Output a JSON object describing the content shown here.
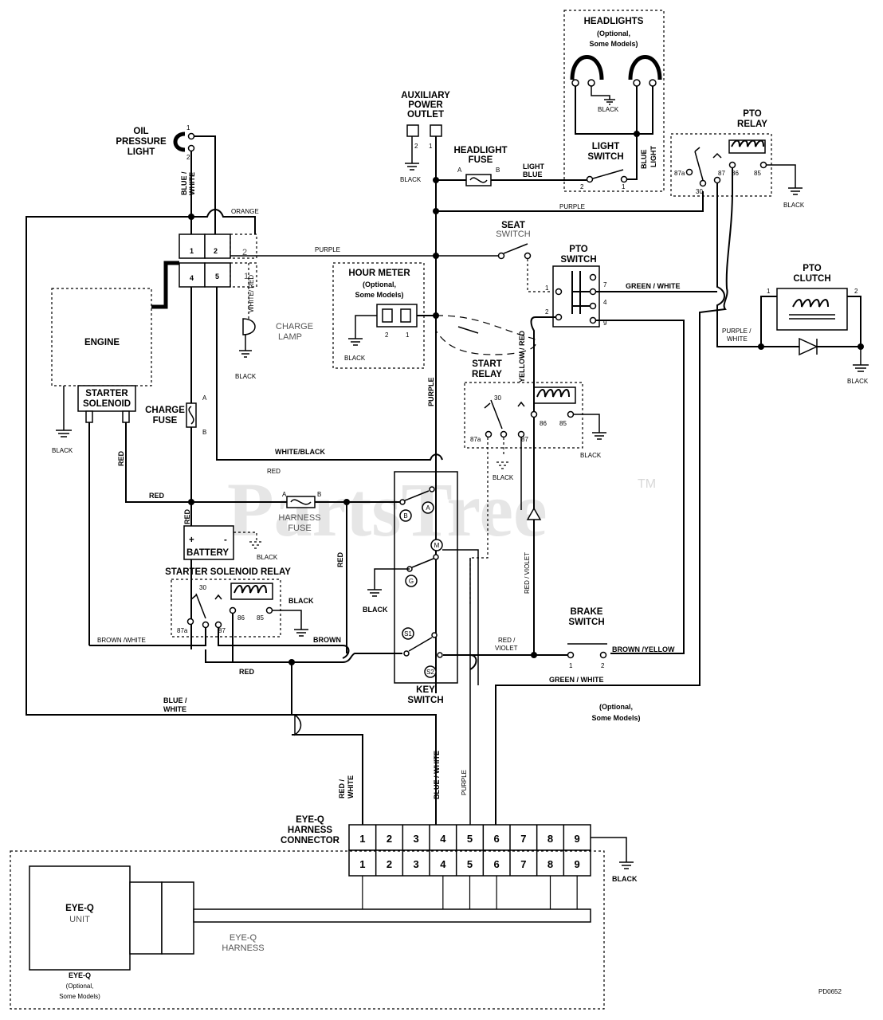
{
  "watermark": "PartsTree",
  "watermark_tm": "TM",
  "drawing_id": "PD0652",
  "components": {
    "headlights": [
      "HEADLIGHTS",
      "(Optional,",
      "Some Models)"
    ],
    "light_switch": [
      "LIGHT",
      "SWITCH"
    ],
    "aux_outlet": [
      "AUXILIARY",
      "POWER",
      "OUTLET"
    ],
    "headlight_fuse": [
      "HEADLIGHT",
      "FUSE"
    ],
    "oil_light": [
      "OIL",
      "PRESSURE",
      "LIGHT"
    ],
    "pto_relay": [
      "PTO",
      "RELAY"
    ],
    "seat_switch": [
      "SEAT",
      "SWITCH"
    ],
    "pto_switch": [
      "PTO",
      "SWITCH"
    ],
    "pto_clutch": [
      "PTO",
      "CLUTCH"
    ],
    "hour_meter": [
      "HOUR METER",
      "(Optional,",
      "Some Models)"
    ],
    "engine": "ENGINE",
    "starter_solenoid": [
      "STARTER",
      "SOLENOID"
    ],
    "charge_lamp": [
      "CHARGE",
      "LAMP"
    ],
    "charge_fuse": [
      "CHARGE",
      "FUSE"
    ],
    "start_relay": [
      "START",
      "RELAY"
    ],
    "harness_fuse": [
      "HARNESS",
      "FUSE"
    ],
    "battery": "BATTERY",
    "starter_solenoid_relay": "STARTER SOLENOID RELAY",
    "key_switch": [
      "KEY",
      "SWITCH"
    ],
    "brake_switch": [
      "BRAKE",
      "SWITCH"
    ],
    "optional_note": [
      "(Optional,",
      "Some Models)"
    ],
    "eyeq_connector": [
      "EYE-Q",
      "HARNESS",
      "CONNECTOR"
    ],
    "eyeq_unit": [
      "EYE-Q",
      "UNIT"
    ],
    "eyeq_harness": [
      "EYE-Q",
      "HARNESS"
    ],
    "eyeq_group": [
      "EYE-Q",
      "(Optional,",
      "Some Models)"
    ]
  },
  "wires": {
    "black": "BLACK",
    "blue_white": [
      "BLUE /",
      "WHITE"
    ],
    "blue_white_v": "BLUE / WHITE",
    "orange": "ORANGE",
    "purple": "PURPLE",
    "light_blue": [
      "LIGHT",
      "BLUE"
    ],
    "white_red": "WHITE/ RED",
    "white_black": "WHITE/BLACK",
    "red": "RED",
    "green_white": "GREEN / WHITE",
    "purple_white": [
      "PURPLE /",
      "WHITE"
    ],
    "yellow_red": "YELLOW / RED",
    "red_violet": "RED / VIOLET",
    "red_violet_h": [
      "RED /",
      "VIOLET"
    ],
    "brown_white": "BROWN /WHITE",
    "brown": "BROWN",
    "brown_yellow": "BROWN /YELLOW",
    "red_white": [
      "RED /",
      "WHITE"
    ]
  },
  "terminals": {
    "n1": "1",
    "n2": "2",
    "n4": "4",
    "n5": "5",
    "n7": "7",
    "n9": "9",
    "a": "A",
    "b": "B",
    "plus": "+",
    "minus": "-",
    "r87a": "87a",
    "r30": "30",
    "r87": "87",
    "r86": "86",
    "r85": "85"
  },
  "key_positions": [
    "A",
    "B",
    "M",
    "G",
    "S1",
    "S2"
  ],
  "connector_pins": [
    "1",
    "2",
    "3",
    "4",
    "5",
    "6",
    "7",
    "8",
    "9"
  ]
}
